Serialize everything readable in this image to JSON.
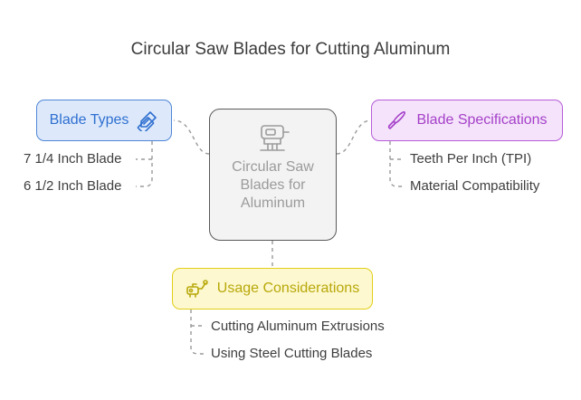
{
  "title": "Circular Saw Blades for Cutting Aluminum",
  "center": {
    "label": "Circular Saw Blades for Aluminum",
    "icon": "saw-icon"
  },
  "branches": {
    "blade_types": {
      "label": "Blade Types",
      "icon": "pencil-ruler-icon",
      "items": [
        "7 1/4 Inch Blade",
        "6 1/2 Inch Blade"
      ]
    },
    "blade_specifications": {
      "label": "Blade Specifications",
      "icon": "knife-icon",
      "items": [
        "Teeth Per Inch (TPI)",
        "Material Compatibility"
      ]
    },
    "usage_considerations": {
      "label": "Usage Considerations",
      "icon": "tools-icon",
      "items": [
        "Cutting Aluminum Extrusions",
        "Using Steel Cutting Blades"
      ]
    }
  },
  "colors": {
    "blue": "#4f86d6",
    "purple": "#b75cd9",
    "yellow": "#e2cf18",
    "center_border": "#595959"
  }
}
